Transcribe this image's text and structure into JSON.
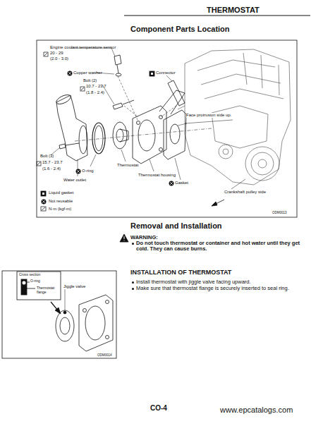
{
  "diagram": {
    "title": "THERMOSTAT",
    "labels": [
      "Engine coolant temperature sensor",
      "20 - 29",
      "(2.0 - 3.0)",
      "Copper washer",
      "Connector",
      "Bolt (2)",
      "10.7 - 23.7",
      "(1.8 - 2.4)",
      "Face protrusion side up.",
      "Bolt (3)",
      "15.7 - 23.7",
      "(1.6 - 2.4)",
      "O-ring",
      "Thermostat",
      "Thermostat housing",
      "Water outlet",
      "Gasket",
      "Crankshaft pulley side",
      "Liquid gasket",
      "Not reusable",
      "N·m (kgf-m)",
      "ODM0013",
      "Removal and Installation",
      "WARNING:",
      "Do not touch thermostat or container and hot water until they get cold. They can cause burns.",
      "INSTALLATION OF THERMOSTAT",
      "Install thermostat with jiggle valve facing upward.",
      "Make sure that thermostat flange is securely inserted to seal ring.",
      "Cross section",
      "O-ring",
      "Thermostat flange",
      "Jiggle valve",
      "ODM0014",
      "CO-4",
      "www.epcatalogs.com",
      "Component Parts Location"
    ]
  }
}
